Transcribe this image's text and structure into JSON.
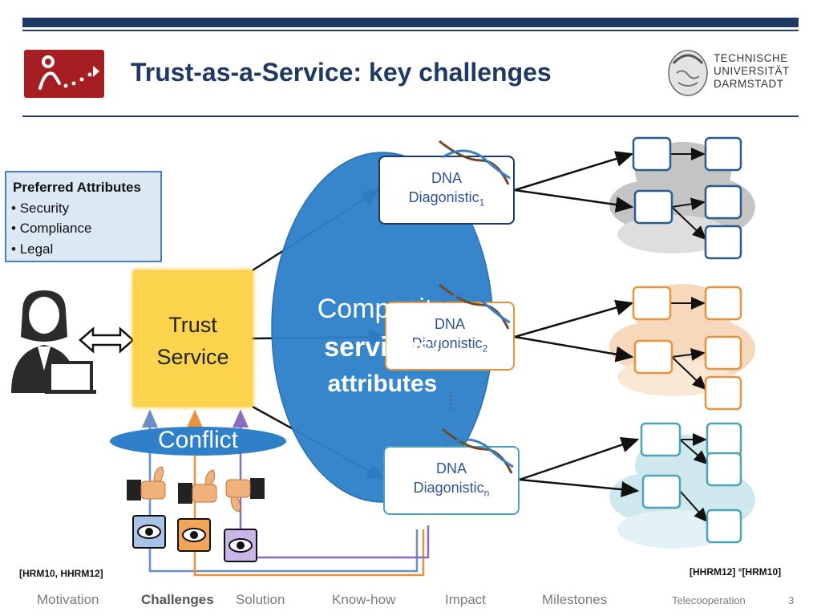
{
  "header": {
    "title": "Trust-as-a-Service: key challenges",
    "university": [
      "TECHNISCHE",
      "UNIVERSITÄT",
      "DARMSTADT"
    ]
  },
  "preferred_attributes": {
    "title": "Preferred Attributes",
    "items": [
      "Security",
      "Compliance",
      "Legal"
    ]
  },
  "trust_service": {
    "line1": "Trust",
    "line2": "Service"
  },
  "composite": {
    "line1": "Composite",
    "line2": "services/",
    "line3": "attributes"
  },
  "conflict_label": "Conflict",
  "services": [
    {
      "name": "DNA",
      "label": "Diagonistic",
      "sub": "1",
      "color": "#1f3864"
    },
    {
      "name": "DNA",
      "label": "Diagonistic",
      "sub": "2",
      "color": "#e8923d"
    },
    {
      "name": "DNA",
      "label": "Diagonistic",
      "sub": "n",
      "color": "#4aa3b8"
    }
  ],
  "colors": {
    "primary": "#1f3864",
    "accent": "#a51e22",
    "ellipse": "#2f80c9",
    "trust": "#fbd34d",
    "blue": "#6a8fc6",
    "orange": "#e8923d",
    "purple": "#8a6bbf"
  },
  "citations": {
    "left": "[HRM10, HHRM12]",
    "right": "[HHRM12] °[HRM10]"
  },
  "footer": {
    "nav": [
      "Motivation",
      "Challenges",
      "Solution",
      "Know-how",
      "Impact",
      "Milestones"
    ],
    "active": "Challenges",
    "org": "Telecooperation",
    "page": "3"
  }
}
